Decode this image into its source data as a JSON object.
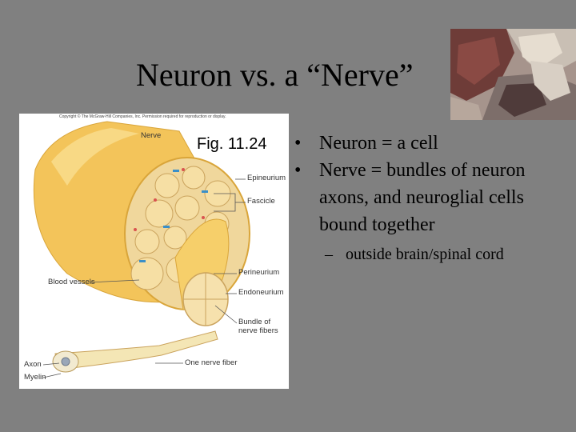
{
  "slide": {
    "title": "Neuron vs. a “Nerve”",
    "figure_caption": "Fig. 11.24",
    "bullets": [
      "Neuron = a cell",
      "Nerve = bundles of neuron axons, and neuroglial cells bound together"
    ],
    "sub_bullets": [
      "outside brain/spinal cord"
    ],
    "bullet_glyph": "•",
    "sub_bullet_glyph": "–"
  },
  "figure": {
    "copyright": "Copyright © The McGraw-Hill Companies, Inc. Permission required for reproduction or display.",
    "labels": {
      "nerve": "Nerve",
      "epineurium": "Epineurium",
      "fascicle": "Fascicle",
      "perineurium": "Perineurium",
      "blood_vessels": "Blood vessels",
      "endoneurium": "Endoneurium",
      "bundle_line1": "Bundle of",
      "bundle_line2": "nerve fibers",
      "axon": "Axon",
      "myelin": "Myelin",
      "one_nerve_fiber": "One nerve fiber"
    }
  },
  "colors": {
    "background": "#808080",
    "nerve_yellow": "#f3c45a",
    "fascicle_fill": "#f6dfa4"
  }
}
